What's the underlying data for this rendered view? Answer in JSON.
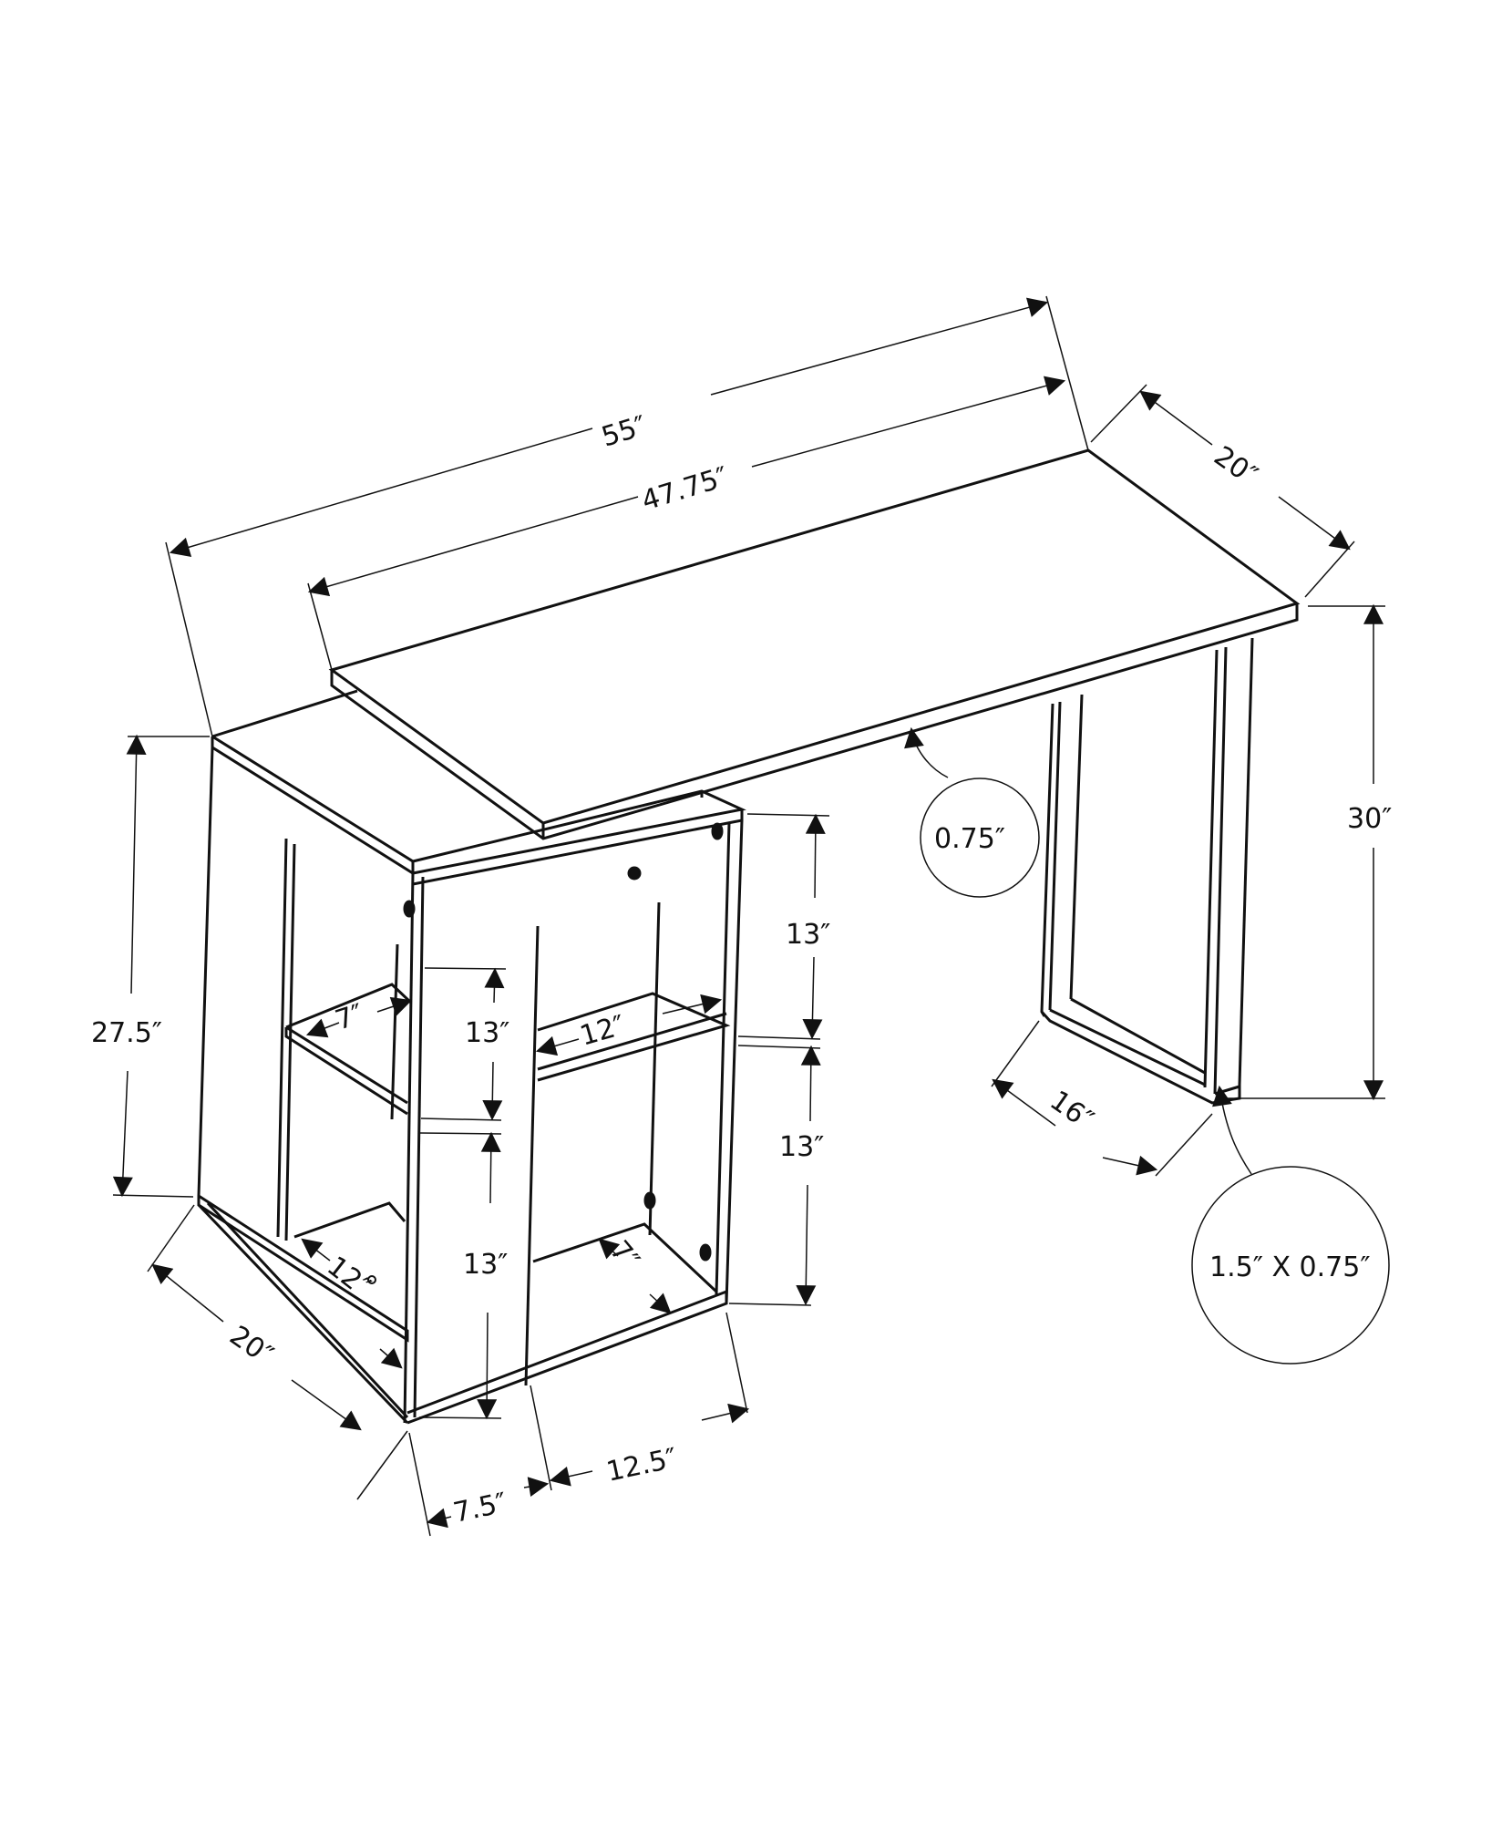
{
  "diagram": {
    "subject": "L-shaped writing desk with bookcase",
    "line_color": "#111111",
    "background": "#ffffff",
    "dimensions": {
      "overall_width": "55″",
      "top_width": "47.75″",
      "top_depth": "20″",
      "overall_height": "30″",
      "top_thickness": "0.75″",
      "leg_size": "1.5″ X 0.75″",
      "leg_depth": "16″",
      "cabinet_height": "27.5″",
      "cabinet_depth": "20″",
      "left_shelf_depth": "7″",
      "left_upper_opening": "13″",
      "left_lower_opening": "13″",
      "left_bottom_depth": "12″",
      "front_shelf_width": "12″",
      "right_upper_opening": "13″",
      "right_lower_opening": "13″",
      "front_bottom_depth": "7″",
      "front_left_width": "7.5″",
      "front_right_width": "12.5″"
    }
  }
}
